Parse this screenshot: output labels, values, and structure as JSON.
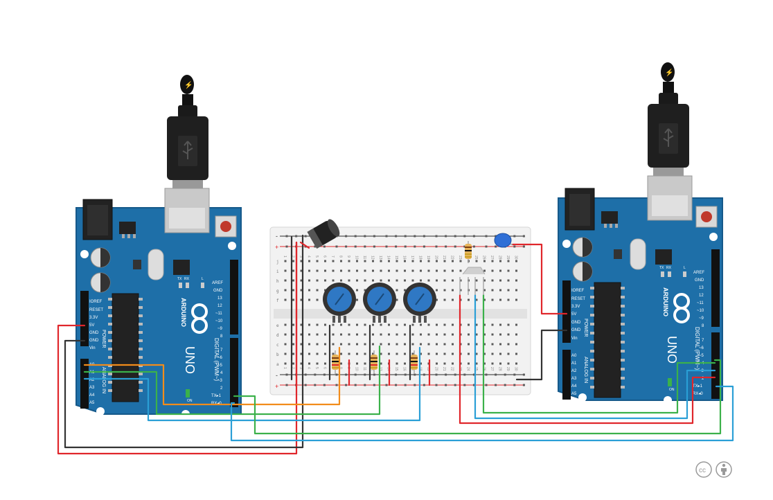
{
  "arduino_left": {
    "brand": "ARDUINO",
    "model": "UNO",
    "power_label": "POWER",
    "analog_label": "ANALOG IN",
    "digital_label": "DIGITAL (PWM~)",
    "on_label": "ON",
    "header_left_top": [
      "IOREF",
      "RESET",
      "3.3V",
      "5V",
      "GND",
      "GND",
      "Vin"
    ],
    "header_left_bottom": [
      "A0",
      "A1",
      "A2",
      "A3",
      "A4",
      "A5"
    ],
    "header_right_top": [
      "AREF",
      "GND",
      "13",
      "12",
      "~11",
      "~10",
      "~9",
      "8"
    ],
    "header_right_bottom": [
      "7",
      "~6",
      "~5",
      "4",
      "~3",
      "2",
      "TX▸1",
      "RX◂0"
    ],
    "leds": [
      "TX",
      "RX",
      "L"
    ]
  },
  "arduino_right": {
    "brand": "ARDUINO",
    "model": "UNO",
    "power_label": "POWER",
    "analog_label": "ANALOG IN",
    "digital_label": "DIGITAL (PWM~)",
    "on_label": "ON",
    "header_left_top": [
      "IOREF",
      "RESET",
      "3.3V",
      "5V",
      "GND",
      "GND",
      "Vin"
    ],
    "header_left_bottom": [
      "A0",
      "A1",
      "A2",
      "A3",
      "A4",
      "A5"
    ],
    "header_right_top": [
      "AREF",
      "GND",
      "13",
      "12",
      "~11",
      "~10",
      "~9",
      "8"
    ],
    "header_right_bottom": [
      "7",
      "~6",
      "~5",
      "4",
      "~3",
      "2",
      "TX▸1",
      "RX◂0"
    ],
    "leds": [
      "TX",
      "RX",
      "L"
    ]
  },
  "breadboard": {
    "row_letters_top": [
      "j",
      "i",
      "h",
      "g",
      "f"
    ],
    "row_letters_bottom": [
      "e",
      "d",
      "c",
      "b",
      "a"
    ],
    "rail_plus": "+",
    "rail_minus": "-",
    "column_numbers": [
      "1",
      "2",
      "3",
      "4",
      "5",
      "6",
      "7",
      "8",
      "9",
      "10",
      "11",
      "12",
      "13",
      "14",
      "15",
      "16",
      "17",
      "18",
      "19",
      "20",
      "21",
      "22",
      "23",
      "24",
      "25",
      "26",
      "27",
      "28",
      "29",
      "30"
    ]
  },
  "components": {
    "potentiometers": 3,
    "resistors": 4,
    "capacitors": 2,
    "rgb_led": 1
  },
  "wire_colors": {
    "red": "#e0262b",
    "black": "#333333",
    "orange": "#f28c1a",
    "green": "#3bb14a",
    "blue": "#2a9fd6"
  },
  "board_color": "#1e6fa8",
  "license_icons": [
    "cc-icon",
    "attribution-icon"
  ],
  "license_cc_text": "cc"
}
